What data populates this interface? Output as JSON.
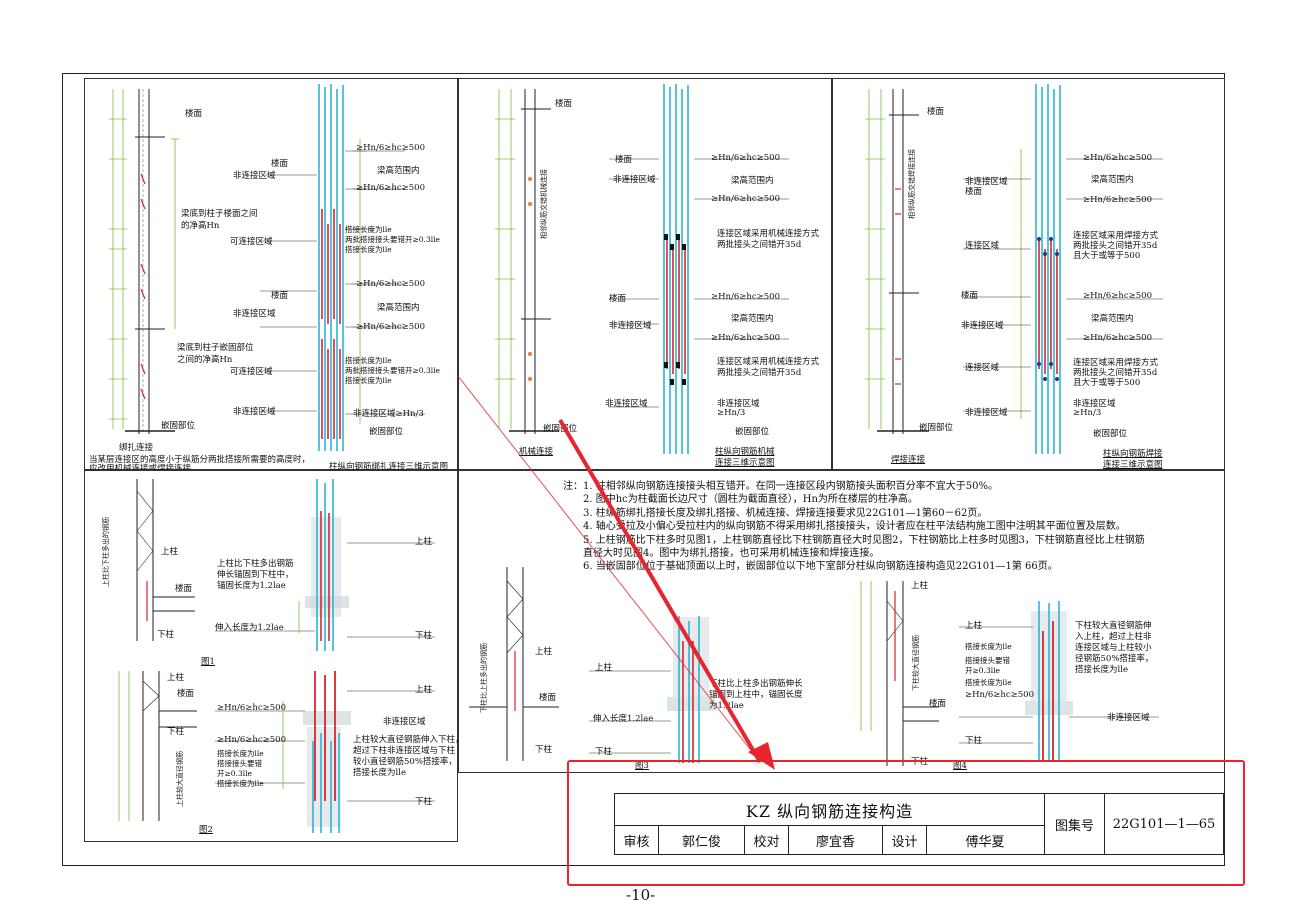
{
  "panels": {
    "bind": {
      "labels": {
        "floor": "楼面",
        "non_conn": "非连接区域",
        "conn": "可连接区域",
        "beam_bottom_note": "梁底到柱子楼面之间的净高Hn",
        "beam_bottom_embed_note": "梁底到柱子嵌固部位之间的净高Hn",
        "embed": "嵌固部位",
        "dim_top": "≥Hn/6≥hc≥500",
        "beam_range": "梁高范围内",
        "lap_len": "搭接长度为lle",
        "lap_stagger": "两批搭接接头要错开≥0.3lle",
        "non_conn_bottom": "非连接区域≥Hn/3",
        "caption": "绑扎连接",
        "bottom_note_1": "当某层连接区的高度小于纵筋分两批搭接所需要的高度时，",
        "bottom_note_2": "应改用机械连接或焊接连接",
        "view_caption": "柱纵向钢筋绑扎连接三维示意图"
      }
    },
    "mech": {
      "labels": {
        "floor": "楼面",
        "non_conn": "非连接区域",
        "dim_top": "≥Hn/6≥hc≥500",
        "beam_range": "梁高范围内",
        "conn_note_1": "连接区域采用机械连接方式",
        "conn_note_2": "两批接头之间错开35d",
        "non_conn_bottom": "非连接区域",
        "hn3": "≥Hn/3",
        "embed": "嵌固部位",
        "caption": "机械连接",
        "view_caption_1": "柱纵向钢筋机械",
        "view_caption_2": "连接三维示意图",
        "side_note": "相邻纵筋交错机械连接"
      }
    },
    "weld": {
      "labels": {
        "floor": "楼面",
        "non_conn": "非连接区域",
        "conn": "连接区域",
        "dim_top": "≥Hn/6≥hc≥500",
        "beam_range": "梁高范围内",
        "conn_note_1": "连接区域采用焊接方式",
        "conn_note_2": "两批接头之间错开35d",
        "conn_note_3": "且大于或等于500",
        "non_conn_bottom": "非连接区域",
        "hn3": "≥Hn/3",
        "embed": "嵌固部位",
        "caption": "焊接连接",
        "view_caption_1": "柱纵向钢筋焊接",
        "view_caption_2": "连接三维示意图",
        "side_note": "相邻纵筋交错焊接连接"
      }
    },
    "fig1": {
      "labels": {
        "upper": "上柱",
        "lower": "下柱",
        "floor": "楼面",
        "note_1": "上柱比下柱多出钢筋",
        "note_2": "伸长锚固到下柱中，",
        "note_3": "锚固长度为1.2lae",
        "extend": "伸入长度为1.2lae",
        "side": "上柱比下柱多出的钢筋",
        "caption": "图1"
      }
    },
    "fig2": {
      "labels": {
        "upper": "上柱",
        "lower": "下柱",
        "floor": "楼面",
        "dim_top": "≥Hn/6≥hc≥500",
        "non_conn": "非连接区域",
        "dim_mid": "≥Hn/6≥hc≥500",
        "lap_len": "搭接长度为lle",
        "lap_stagger": "搭接接头要错",
        "lap_stagger2": "开≥0.3lle",
        "lap_len2": "搭接长度为lle",
        "note_1": "上柱较大直径钢筋伸入下柱，",
        "note_2": "超过下柱非连接区域与下柱",
        "note_3": "较小直径钢筋50%搭接率，",
        "note_4": "搭接长度为lle",
        "side": "上柱较大直径钢筋",
        "caption": "图2"
      }
    },
    "fig3": {
      "labels": {
        "upper": "上柱",
        "lower": "下柱",
        "floor": "楼面",
        "note_1": "下柱比上柱多出钢筋伸长",
        "note_2": "锚固到上柱中，锚固长度",
        "note_3": "为1.2lae",
        "extend": "伸入长度1.2lae",
        "side": "下柱比上柱多出的钢筋",
        "caption": "图3"
      }
    },
    "fig4": {
      "labels": {
        "upper": "上柱",
        "lower": "下柱",
        "floor": "楼面",
        "lap_len": "搭接长度为lle",
        "lap_stagger": "搭接接头要错",
        "lap_stagger2": "开≥0.3lle",
        "lap_len2": "搭接长度为lle",
        "dim": "≥Hn/6≥hc≥500",
        "non_conn": "非连接区域",
        "note_1": "下柱较大直径钢筋伸",
        "note_2": "入上柱，超过上柱非",
        "note_3": "连接区域与上柱较小",
        "note_4": "径钢筋50%搭接率，",
        "note_5": "搭接长度为lle",
        "side": "下柱较大直径钢筋",
        "caption": "图4"
      }
    }
  },
  "notes": {
    "head": "注：",
    "items": [
      "1. 柱相邻纵向钢筋连接接头相互错开。在同一连接区段内钢筋接头面积百分率不宜大于50%。",
      "2. 图中hc为柱截面长边尺寸（圆柱为截面直径），Hn为所在楼层的柱净高。",
      "3. 柱纵筋绑扎搭接长度及绑扎搭接、机械连接、焊接连接要求见22G101—1第60－62页。",
      "4. 轴心受拉及小偏心受拉柱内的纵向钢筋不得采用绑扎搭接接头，设计者应在柱平法结构施工图中注明其平面位置及层数。",
      "5. 上柱钢筋比下柱多时见图1，上柱钢筋直径比下柱钢筋直径大时见图2，下柱钢筋比上柱多时见图3，下柱钢筋直径比上柱钢筋",
      "   直径大时见图4。图中为绑扎搭接，也可采用机械连接和焊接连接。",
      "6. 当嵌固部位位于基础顶面以上时，嵌固部位以下地下室部分柱纵向钢筋连接构造见22G101—1第 66页。"
    ]
  },
  "titleblock": {
    "title": "KZ 纵向钢筋连接构造",
    "review_lbl": "审核",
    "review_name": "郭仁俊",
    "check_lbl": "校对",
    "check_name": "廖宜香",
    "design_lbl": "设计",
    "design_name": "傅华夏",
    "atlas_lbl": "图集号",
    "atlas_no": "22G101—1—65"
  },
  "page_number": "-10-",
  "colors": {
    "rebar_cyan": "#2bb6d6",
    "rebar_red": "#d7262c",
    "dim_green": "#7cbf3a",
    "highlight": "#e8242d"
  }
}
